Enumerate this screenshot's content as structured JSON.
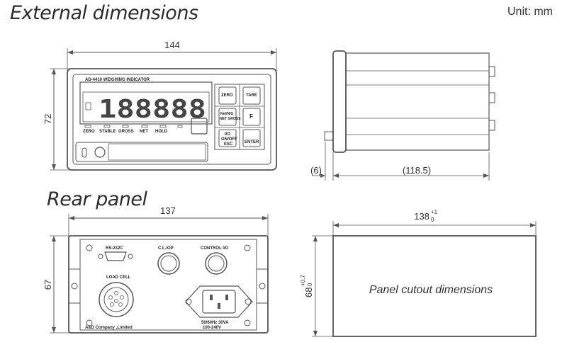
{
  "headings": {
    "external": "External dimensions",
    "rear": "Rear panel",
    "unit": "Unit: mm"
  },
  "front": {
    "width": "144",
    "height": "72",
    "model": "AD-4410 WEIGHING INDICATOR",
    "display": "188888",
    "annunciators": [
      "ZERO",
      "STABLE",
      "GROSS",
      "NET",
      "HOLD"
    ],
    "keys": {
      "zero": "ZERO",
      "tare": "TARE",
      "net_gross_top": "Net/N/G",
      "net_gross_bottom": "NET GROSS",
      "f": "F",
      "io_top": "I/O",
      "io_mid": "ON/OFF",
      "io_bottom": "ESC",
      "enter": "ENTER"
    }
  },
  "side": {
    "bezel": "(6)",
    "depth": "(118.5)"
  },
  "rear": {
    "width": "137",
    "height": "67",
    "rs232c": "RS-232C",
    "clop": "C.L./OP",
    "control": "CONTROL I/O",
    "loadcell": "LOAD CELL",
    "power_line1": "50/60Hz  30VA",
    "power_line2": "100-240V",
    "company": "A&D Company ,Limited"
  },
  "cutout": {
    "width_base": "138",
    "width_upper": "+1",
    "width_lower": "0",
    "height_base": "68",
    "height_upper": "+0.7",
    "height_lower": "0",
    "label": "Panel cutout dimensions"
  }
}
